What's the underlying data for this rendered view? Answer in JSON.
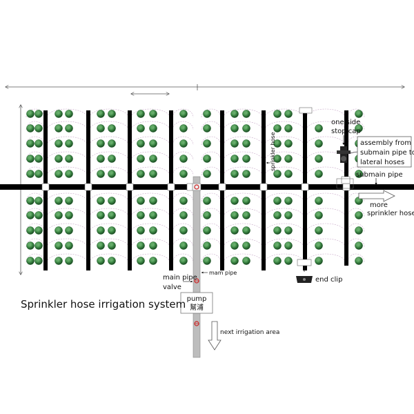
{
  "title": "Sprinkler hose irrigation system",
  "labels": {
    "one_side_stop_cap_line1": "one side",
    "one_side_stop_cap_line2": "stop cap",
    "assembly_line1": "assembly from",
    "assembly_line2": "submain pipe to",
    "assembly_line3": "lateral hoses",
    "submain_pipe": "submain pipe",
    "more_sprinkler_hoses_line1": "more",
    "more_sprinkler_hoses_line2": "sprinkler hoses",
    "sprinkler_hose": "sprinkler hose",
    "main_pipe_valve_line1": "main pipe",
    "main_pipe_valve_line2": "valve",
    "main_pipe": "mam pipe",
    "pump": "pump",
    "pump_cn": "幫浦",
    "end_clip": "end clip",
    "next_irrigation_area": "next irrigation area"
  },
  "colors": {
    "hose": "#000000",
    "pipe_gray": "#bdbdbd",
    "plant_dark": "#1f5a2a",
    "plant_light": "#5aa15f",
    "spray_arc": "#c8a8c8",
    "valve_red": "#cc2222"
  },
  "icons": {
    "plant": "plant-icon",
    "valve": "valve-icon",
    "arrow": "arrow-icon"
  }
}
